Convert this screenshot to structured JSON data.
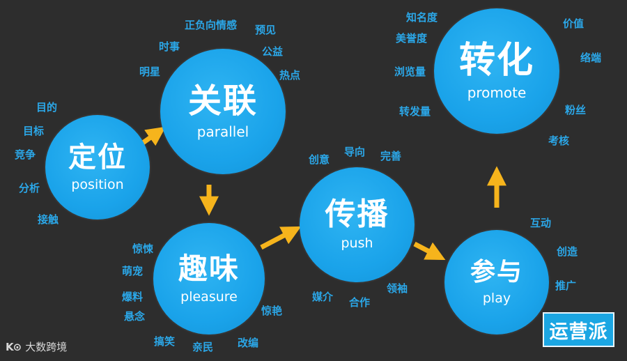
{
  "colors": {
    "background": "#2d2d2d",
    "node": "#1aa3ea",
    "keyword": "#2ba7e8",
    "arrow": "#f6b41c"
  },
  "nodes": [
    {
      "id": "position",
      "cn": "定位",
      "en": "position"
    },
    {
      "id": "parallel",
      "cn": "关联",
      "en": "parallel"
    },
    {
      "id": "pleasure",
      "cn": "趣味",
      "en": "pleasure"
    },
    {
      "id": "push",
      "cn": "传播",
      "en": "push"
    },
    {
      "id": "play",
      "cn": "参与",
      "en": "play"
    },
    {
      "id": "promote",
      "cn": "转化",
      "en": "promote"
    }
  ],
  "keywords": {
    "position": [
      "目的",
      "目标",
      "竞争",
      "分析",
      "接触"
    ],
    "parallel": [
      "正负向情感",
      "时事",
      "预见",
      "公益",
      "明星",
      "热点"
    ],
    "pleasure": [
      "惊悚",
      "萌宠",
      "爆料",
      "悬念",
      "搞笑",
      "亲民",
      "改编",
      "惊艳"
    ],
    "push": [
      "导向",
      "创意",
      "完善",
      "媒介",
      "合作",
      "领袖"
    ],
    "play": [
      "互动",
      "创造",
      "推广"
    ],
    "promote": [
      "知名度",
      "美誉度",
      "浏览量",
      "转发量",
      "价值",
      "络端",
      "粉丝",
      "考核"
    ]
  },
  "edges": [
    [
      "position",
      "parallel"
    ],
    [
      "parallel",
      "pleasure"
    ],
    [
      "pleasure",
      "push"
    ],
    [
      "push",
      "play"
    ],
    [
      "play",
      "promote"
    ]
  ],
  "logo": {
    "text": "运营派"
  },
  "watermark": {
    "mark": "K⊙",
    "text": "大数跨境"
  }
}
